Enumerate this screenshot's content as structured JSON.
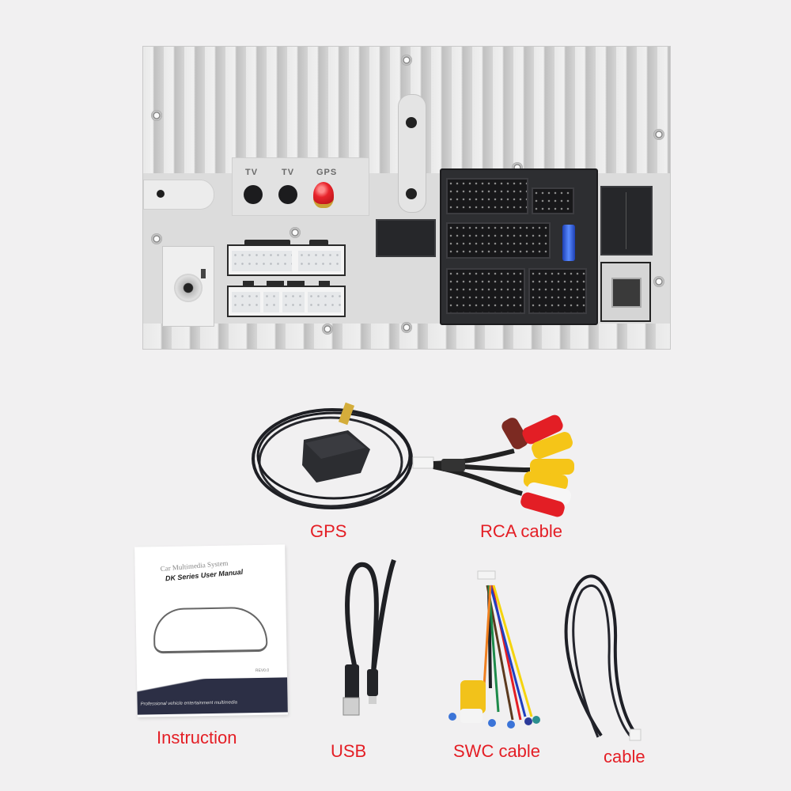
{
  "head_unit": {
    "antenna_labels": [
      "TV",
      "TV",
      "GPS"
    ],
    "colors": {
      "chassis": "#dcdcdc",
      "connector_black": "#1c1c1e",
      "gps_connector": "#e8242b",
      "fuse": "#3a66e8"
    }
  },
  "accessories": [
    {
      "id": "gps",
      "label": "GPS"
    },
    {
      "id": "rca",
      "label": "RCA cable"
    },
    {
      "id": "manual",
      "label": "Instruction"
    },
    {
      "id": "usb",
      "label": "USB"
    },
    {
      "id": "swc",
      "label": "SWC cable"
    },
    {
      "id": "cable",
      "label": "cable"
    }
  ],
  "manual": {
    "subtitle": "Car Multimedia System",
    "title": "DK Series User Manual",
    "revision": "REV0.0",
    "tagline": "Professional vehicle entertainment multimedia"
  },
  "label_color": "#e41e25"
}
